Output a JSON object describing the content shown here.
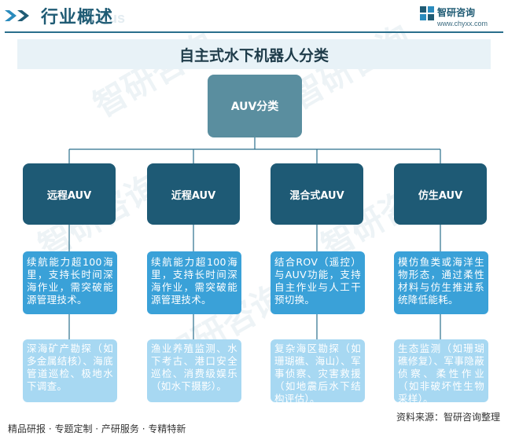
{
  "header": {
    "title": "行业概述",
    "title_en": "status",
    "brand_name": "智研咨询",
    "brand_url": "www.chyxx.com"
  },
  "diagram": {
    "title": "自主式水下机器人分类",
    "root": "AUV分类",
    "categories": [
      {
        "name": "远程AUV",
        "description": "续航能力超100海里，支持长时间深海作业，需突破能源管理技术。",
        "applications": "深海矿产勘探（如多金属结核）、海底管道巡检、极地水下调查。"
      },
      {
        "name": "近程AUV",
        "description": "续航能力超100海里，支持长时间深海作业，需突破能源管理技术。",
        "applications": "渔业养殖监测、水下考古、港口安全巡检、消费级娱乐（如水下摄影）。"
      },
      {
        "name": "混合式AUV",
        "description": "结合ROV（遥控）与AUV功能，支持自主作业与人工干预切换。",
        "applications": "复杂海区勘探（如珊瑚礁、海山）、军事侦察、灾害救援（如地震后水下结构评估）。"
      },
      {
        "name": "仿生AUV",
        "description": "模仿鱼类或海洋生物形态，通过柔性材料与仿生推进系统降低能耗。",
        "applications": "生态监测（如珊瑚礁修复）、军事隐蔽侦察、柔性作业（如非破坏性生物采样）。"
      }
    ]
  },
  "footer": {
    "left": "精品研报 · 专题定制 · 产研服务 · 专精特新",
    "source": "资料来源：智研咨询整理"
  },
  "colors": {
    "root": "#5a8e9f",
    "category": "#1e5a75",
    "description": "#3aa1d8",
    "application": "#a7d8f2",
    "accent": "#1f5b74"
  }
}
